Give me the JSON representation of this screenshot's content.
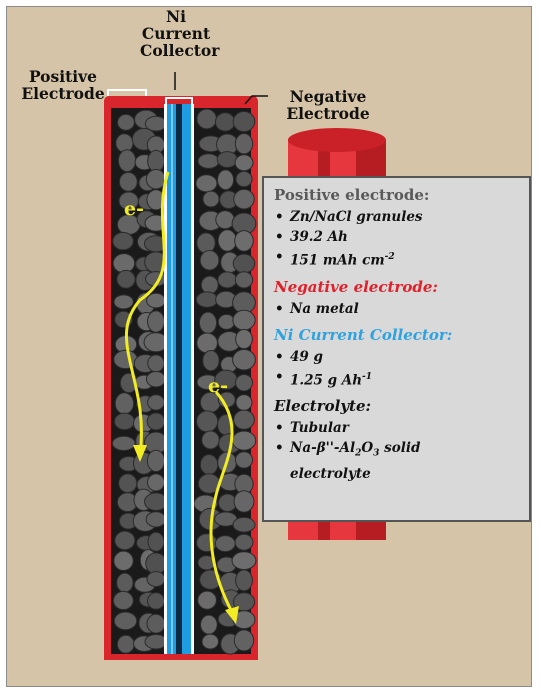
{
  "labels": {
    "ni_collector": [
      "Ni",
      "Current",
      "Collector"
    ],
    "positive_electrode": [
      "Positive",
      "Electrode"
    ],
    "negative_electrode": [
      "Negative",
      "Electrode"
    ],
    "electron_symbol": "e-"
  },
  "info_box": {
    "positive": {
      "title": "Positive electrode:",
      "color": "#595959",
      "items": [
        "Zn/NaCl granules",
        "39.2 Ah",
        "151 mAh cm",
        "-2"
      ]
    },
    "negative": {
      "title": "Negative electrode:",
      "color": "#e0202a",
      "items": [
        "Na metal"
      ]
    },
    "collector": {
      "title": "Ni Current Collector:",
      "color": "#2fa3e0",
      "items": [
        "49 g",
        "1.25 g Ah",
        "-1"
      ]
    },
    "electrolyte": {
      "title": "Electrolyte:",
      "color": "#111111",
      "items": [
        "Tubular",
        "Na-β''-Al",
        "2",
        "O",
        "3",
        " solid",
        "electrolyte"
      ]
    }
  },
  "colors": {
    "background": "#d6c4a8",
    "cell_red": "#d8262c",
    "collector_blue": "#1e9ee0",
    "granule_gray": "#5c5c5c",
    "arrow_yellow": "#f2ec24"
  }
}
